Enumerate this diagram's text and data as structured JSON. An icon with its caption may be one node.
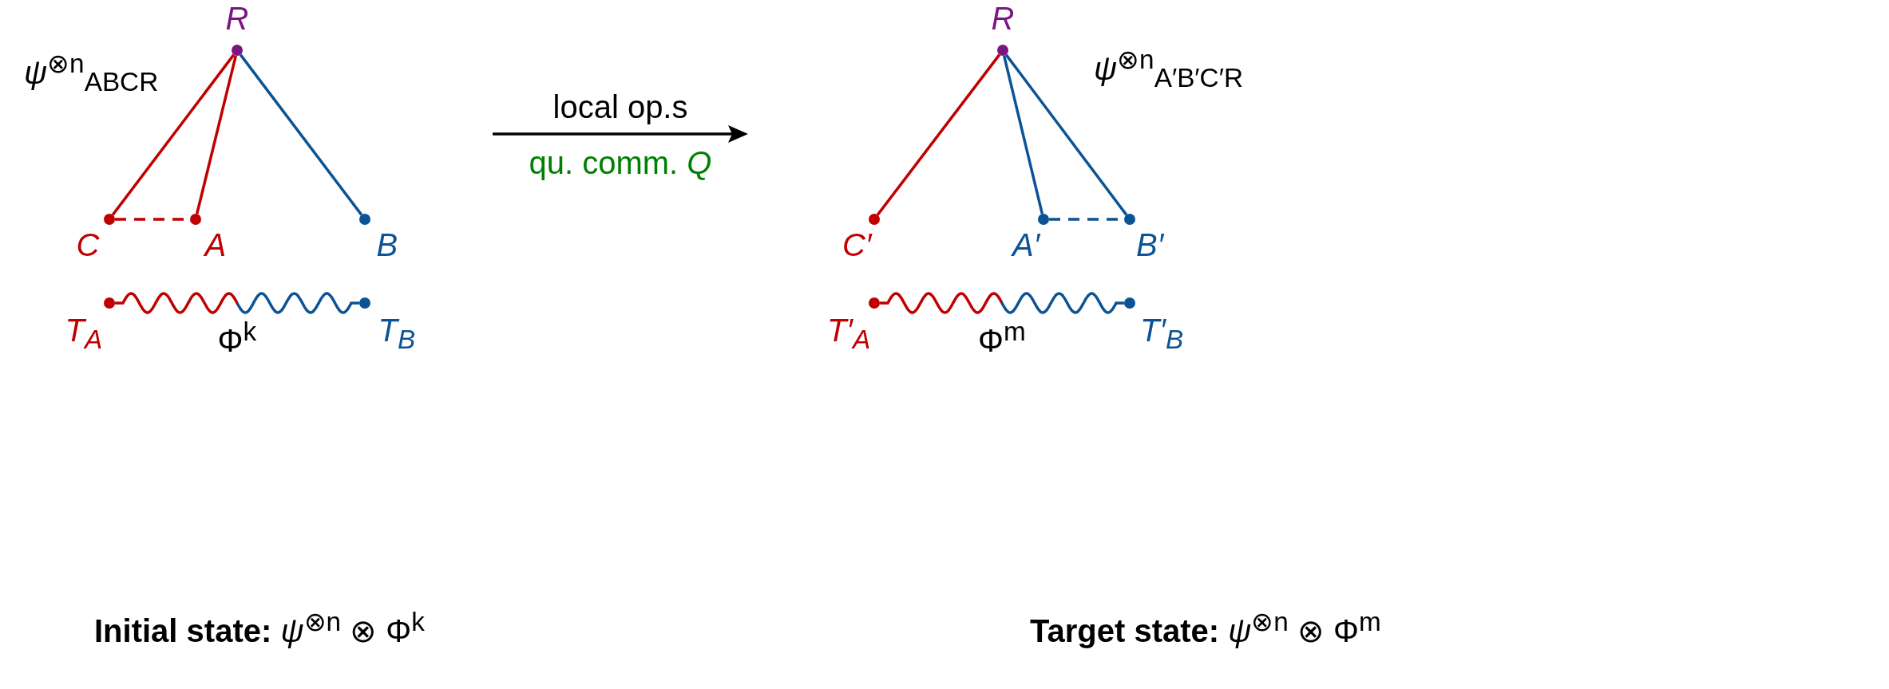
{
  "diagram": {
    "nodes": [
      {
        "text": [
          "R"
        ]
      },
      {
        "text": [
          "C"
        ]
      },
      {
        "text": [
          "A"
        ]
      },
      {
        "text": [
          "B"
        ]
      },
      {
        "text": [
          "T$_{A}$"
        ]
      },
      {
        "text": [
          "T$_{B}$"
        ]
      },
      {
        "text": [
          "R"
        ]
      },
      {
        "text": [
          "C′"
        ]
      },
      {
        "text": [
          "A′"
        ]
      },
      {
        "text": [
          "B′"
        ]
      },
      {
        "text": [
          "T′$_{A}$"
        ]
      },
      {
        "text": [
          "T′$_{B}$"
        ]
      }
    ],
    "edges": [
      {
        "from": 0,
        "to": 1,
        "arrow": "none",
        "color": "#c00000"
      },
      {
        "from": 0,
        "to": 2,
        "arrow": "none",
        "color": "#c00000"
      },
      {
        "from": 0,
        "to": 3,
        "arrow": "none",
        "color": "#0b5394"
      },
      {
        "from": 1,
        "to": 2,
        "arrow": "none",
        "style": "dashed",
        "color": "#c00000"
      },
      {
        "from": 4,
        "to": 5,
        "arrow": "none",
        "label": "Φ$^{k}$"
      },
      {
        "from": 6,
        "to": 7,
        "arrow": "none",
        "color": "#c00000"
      },
      {
        "from": 6,
        "to": 8,
        "arrow": "none",
        "color": "#0b5394"
      },
      {
        "from": 6,
        "to": 9,
        "arrow": "none",
        "color": "#0b5394"
      },
      {
        "from": 8,
        "to": 9,
        "arrow": "none",
        "style": "dashed",
        "color": "#0b5394"
      },
      {
        "from": 10,
        "to": 11,
        "arrow": "none",
        "label": "Φ$^{m}$"
      }
    ],
    "labels": [
      "*ψ*$^{⊗n}$$_{ABCR}$",
      "local op.s",
      "qu. comm. *Q*",
      "*ψ*$^{⊗n}$$_{A′B′C′R}$",
      "**Initial state:** *ψ*$^{⊗n}$ ⊗ Φ$^{k}$",
      "**Target state:** *ψ*$^{⊗n}$ ⊗ Φ$^{m}$"
    ]
  }
}
